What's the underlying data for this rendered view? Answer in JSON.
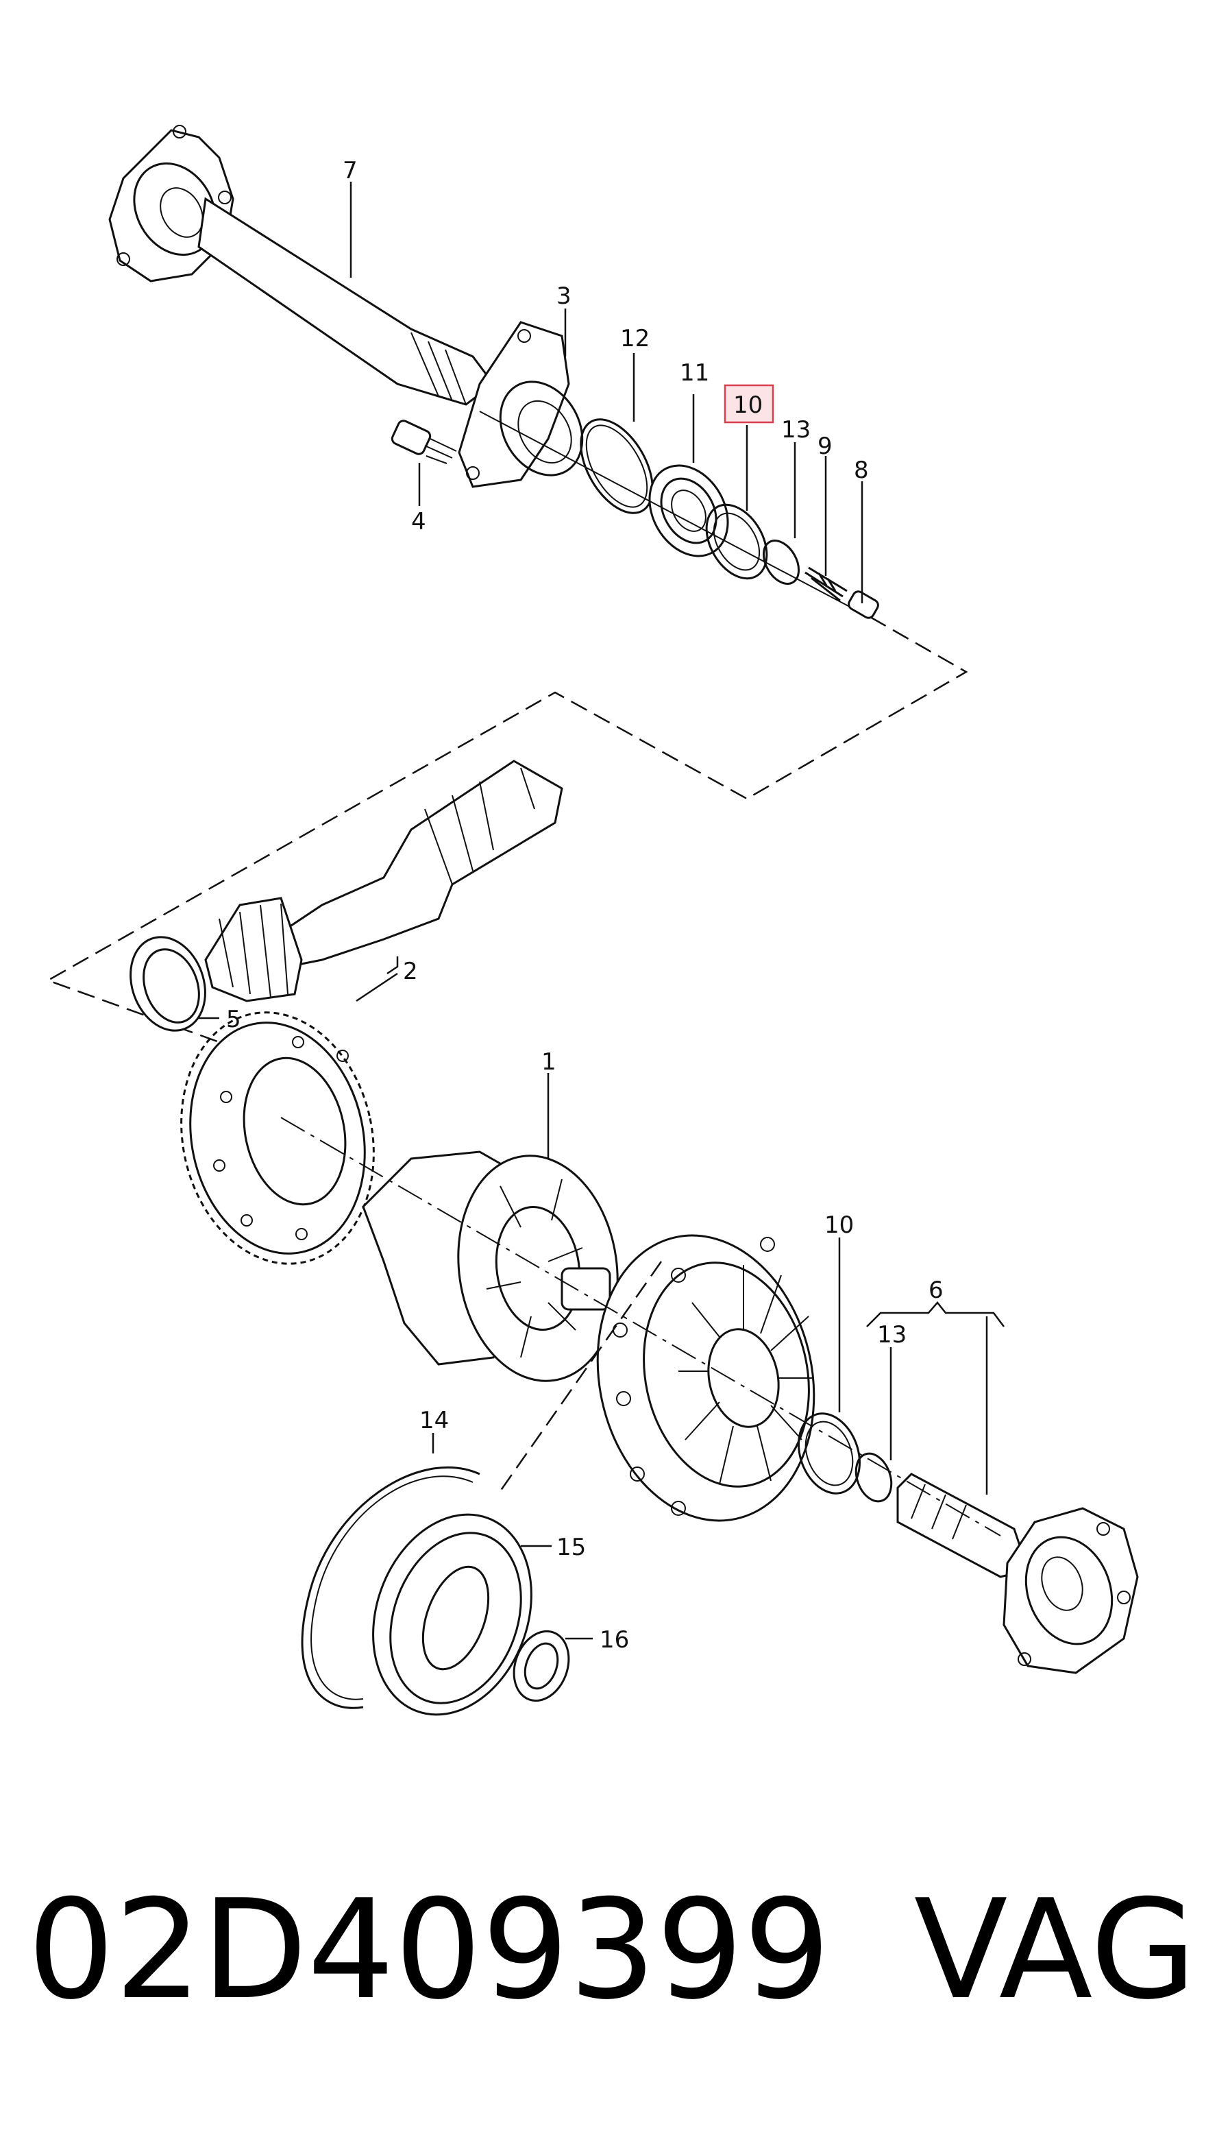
{
  "footer": {
    "part_number": "02D409399",
    "brand": "VAG"
  },
  "highlight_color": "#d9404f",
  "callouts": {
    "c7": "7",
    "c3": "3",
    "c12": "12",
    "c11": "11",
    "c10_highlighted": "10",
    "c13_top": "13",
    "c9": "9",
    "c8": "8",
    "c4": "4",
    "c2": "2",
    "c5": "5",
    "c1": "1",
    "c10_lower": "10",
    "c6": "6",
    "c13_lower": "13",
    "c14": "14",
    "c15": "15",
    "c16": "16"
  }
}
